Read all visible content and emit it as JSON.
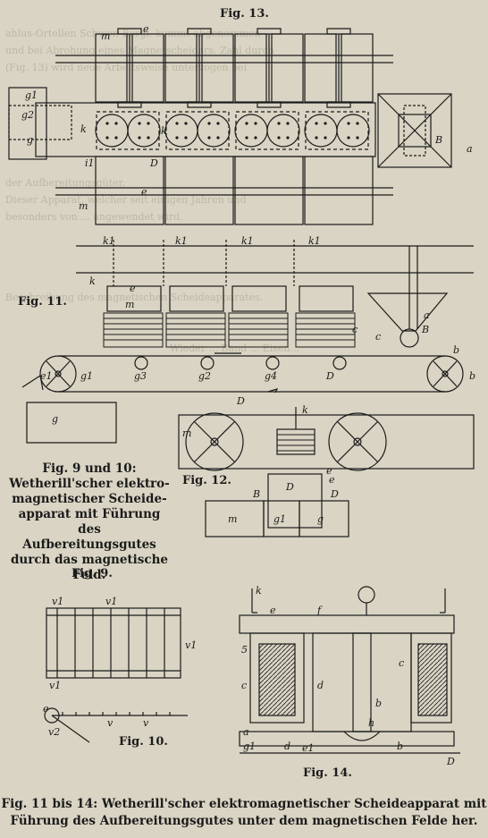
{
  "background_text_lines": [
    "ahlus-Ortellen Schwer, Bergl. kommt abgenommen",
    "und bei Abrohung eines Magnetscheiders. Zahl durch",
    "(Fig. 13) wird neue Arbeitsweise unterzogen bei",
    "der Aufbereitungsgüter.",
    "Dieser Apparat, welcher seit einigen Jahren und",
    "besonders von ... angewendet wird.",
    "Beschreibung des magnetischen Scheideapparates.",
    "Wieder ... Band ... Eisen..."
  ],
  "fig13": {
    "label": "Fig. 13.",
    "letters": [
      "m",
      "e",
      "g1",
      "g2",
      "g",
      "k",
      "k",
      "i1",
      "D",
      "m",
      "e",
      "B",
      "a"
    ]
  },
  "fig11": {
    "label": "Fig. 11.",
    "letters": [
      "k1",
      "k1",
      "k1",
      "k1",
      "k",
      "e",
      "m",
      "c",
      "a",
      "B",
      "c",
      "b",
      "g1",
      "g3",
      "g2",
      "g4",
      "D",
      "D",
      "e1",
      "g",
      "b"
    ]
  },
  "fig12": {
    "label": "Fig. 12.",
    "letters": [
      "m",
      "k",
      "e",
      "D",
      "B",
      "D",
      "e",
      "m",
      "g1",
      "g"
    ]
  },
  "fig9": {
    "label": "Fig. 9.",
    "letters": [
      "v1",
      "v1",
      "v1",
      "v1"
    ]
  },
  "fig10": {
    "label": "Fig. 10.",
    "letters": [
      "e",
      "v",
      "v",
      "v2"
    ]
  },
  "fig14": {
    "label": "Fig. 14.",
    "letters": [
      "k",
      "e",
      "f",
      "5",
      "c",
      "d",
      "c",
      "b",
      "a",
      "g1",
      "d",
      "e1",
      "h",
      "b",
      "D"
    ]
  },
  "caption_left": "Fig. 9 und 10: Wetherill'scher elektromagnetischer Scheideapparat mit Führung des Aufbereitungsgutes durch das magnetische Feld.",
  "caption_left_lines": [
    "Fig. 9 und 10:",
    "Wetherill'scher elektro-",
    "magnetischer Scheide-",
    "apparat mit Führung des",
    "Aufbereitungsgutes",
    "durch das magnetische",
    "Feld."
  ],
  "caption_bottom_lines": [
    "Fig. 11 bis 14: Wetherill'scher elektromagnetischer Scheideapparat mit",
    "Führung des Aufbereitungsgutes unter dem magnetischen Felde her."
  ],
  "colors": {
    "paper": "#d9d4c3",
    "ink": "#1b1b1b",
    "ghost": "#bdb7a6"
  }
}
